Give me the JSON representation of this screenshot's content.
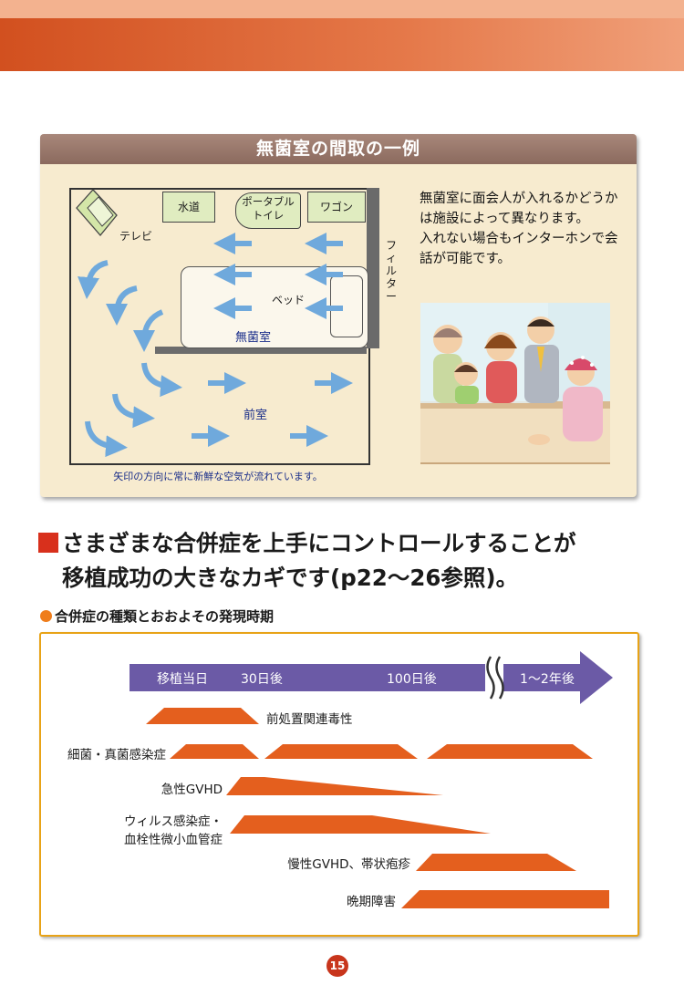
{
  "room_panel": {
    "title": "無菌室の間取の一例",
    "labels": {
      "water": "水道",
      "portable_toilet": "ポータブル\nトイレ",
      "wagon": "ワゴン",
      "tv": "テレビ",
      "bed": "ベッド",
      "sterile_room": "無菌室",
      "anteroom": "前室",
      "filter": "フィルター"
    },
    "caption": "矢印の方向に常に新鮮な空気が流れています。",
    "side_text": [
      "無菌室に面会人が入れるかどうかは施設によって異なります。",
      "入れない場合もインターホンで会話が可能です。"
    ]
  },
  "headline": {
    "line1": "さまざまな合併症を上手にコントロールすることが",
    "line2": "移植成功の大きなカギです(p22～26参照)。"
  },
  "subheading": "合併症の種類とおおよその発現時期",
  "timeline": {
    "ticks": [
      "移植当日",
      "30日後",
      "100日後",
      "1～2年後"
    ],
    "rows": [
      {
        "label": "前処置関連毒性",
        "label_side": "right"
      },
      {
        "label": "細菌・真菌感染症",
        "label_side": "left"
      },
      {
        "label": "急性GVHD",
        "label_side": "left"
      },
      {
        "label": "ウィルス感染症・\n血栓性微小血管症",
        "label_side": "left"
      },
      {
        "label": "慢性GVHD、帯状疱疹",
        "label_side": "left"
      },
      {
        "label": "晩期障害",
        "label_side": "left"
      }
    ],
    "colors": {
      "arrow": "#6b5aa6",
      "bars": "#e45f1e"
    }
  },
  "page_number": "15"
}
